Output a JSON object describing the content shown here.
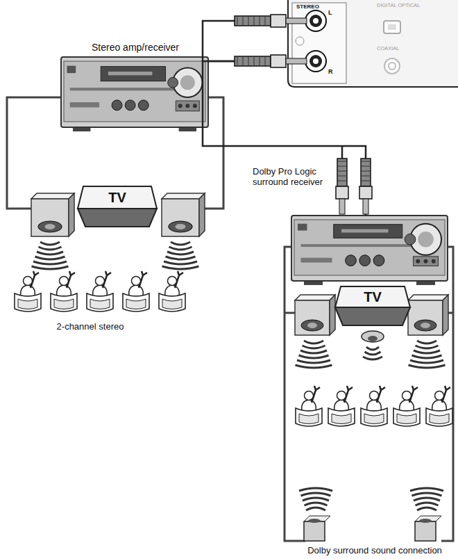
{
  "diagram": {
    "nodes": [
      {
        "text": [
          "Stereo amp/receiver"
        ]
      },
      {
        "text": [
          "TV"
        ]
      },
      {
        "text": [
          "STEREO",
          "L",
          "R",
          "DIGITAL OPTICAL",
          "COAXIAL"
        ]
      },
      {
        "text": [
          "Dolby Pro Logic surround receiver"
        ]
      },
      {
        "text": [
          "TV"
        ]
      }
    ],
    "edges": [
      {
        "from": 2,
        "to": 3,
        "arrow": "none"
      }
    ],
    "labels": [
      "2-channel stereo",
      "Dolby surround sound connection"
    ]
  }
}
